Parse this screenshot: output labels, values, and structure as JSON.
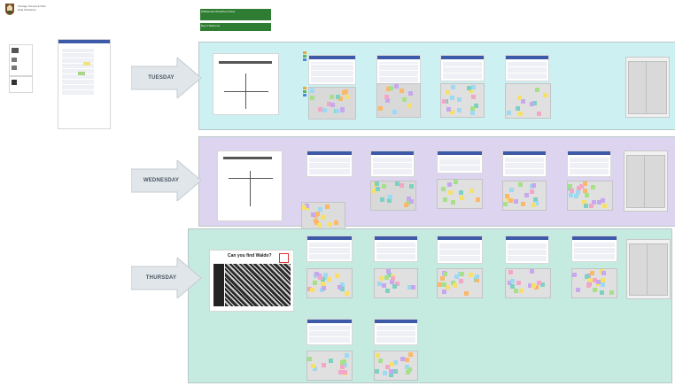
{
  "header": {
    "org_name": "Chicago Interest & Park",
    "org_sub": "Data Workshop",
    "banner_line1": "Whiteboard Workshop Notes",
    "banner_line2": "Day 2 Welcome"
  },
  "days": [
    {
      "label": "TUESDAY"
    },
    {
      "label": "WEDNESDAY"
    },
    {
      "label": "THURSDAY"
    }
  ],
  "activity": {
    "title": "Can you find Waldo?"
  },
  "colors": {
    "tuesday_bg": "#cdf1f3",
    "wednesday_bg": "#ddd4ef",
    "thursday_bg": "#c5eae0",
    "arrow_fill": "#e1e6ea",
    "card_header": "#3d5aa8",
    "banner_green": "#2e7d32"
  },
  "icons": [
    "park-logo-icon",
    "sticky-note-icon",
    "table-card-icon",
    "arrow-right-icon"
  ]
}
